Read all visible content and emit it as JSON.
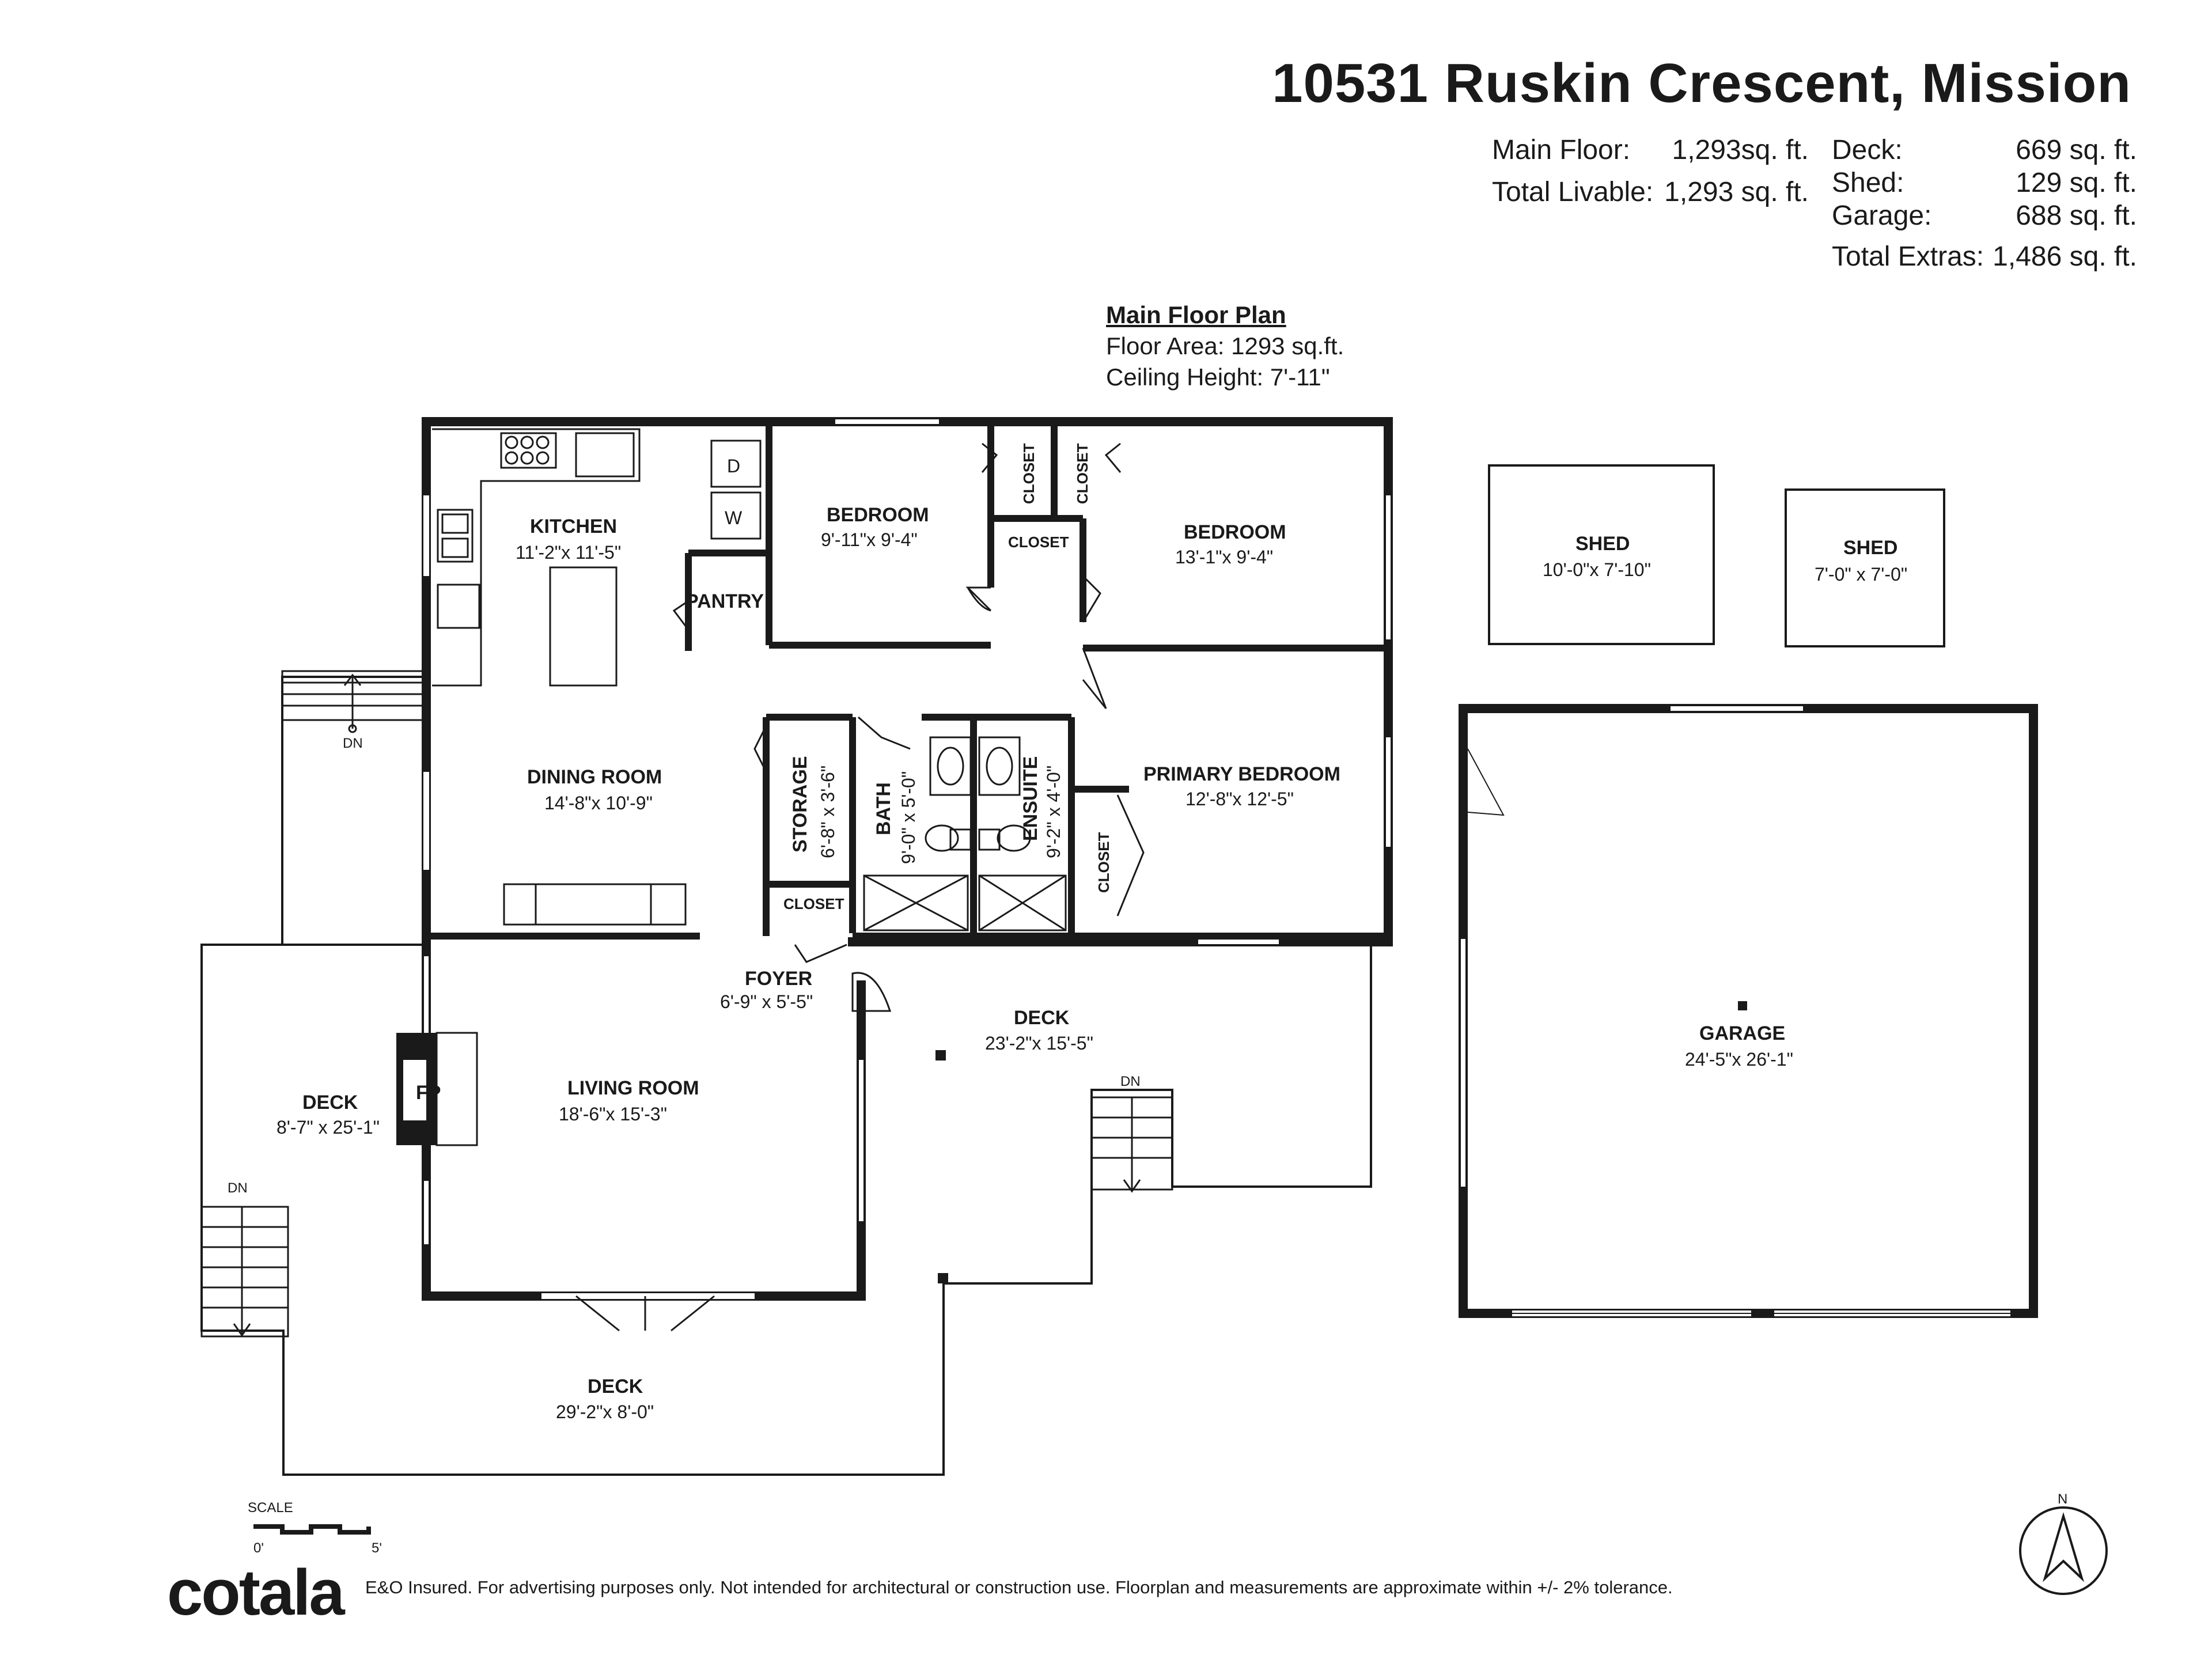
{
  "title": "10531 Ruskin Crescent, Mission",
  "areas": {
    "main_floor_label": "Main Floor:",
    "main_floor_value": "1,293sq. ft.",
    "total_livable_label": "Total Livable:",
    "total_livable_value": "1,293 sq. ft.",
    "deck_label": "Deck:",
    "deck_value": "669 sq. ft.",
    "shed_label": "Shed:",
    "shed_value": "129 sq. ft.",
    "garage_label": "Garage:",
    "garage_value": "688 sq. ft.",
    "total_extras_label": "Total Extras:",
    "total_extras_value": "1,486 sq. ft."
  },
  "plan": {
    "heading": "Main Floor Plan",
    "floor_area": "Floor Area: 1293 sq.ft.",
    "ceiling_height": "Ceiling Height: 7'-11\""
  },
  "rooms": {
    "kitchen": {
      "name": "KITCHEN",
      "dims": "11'-2\"x 11'-5\""
    },
    "pantry": {
      "name": "PANTRY"
    },
    "bedroom1": {
      "name": "BEDROOM",
      "dims": "9'-11\"x  9'-4\""
    },
    "bedroom2": {
      "name": "BEDROOM",
      "dims": "13'-1\"x  9'-4\""
    },
    "closet_a": {
      "name": "CLOSET"
    },
    "closet_b": {
      "name": "CLOSET"
    },
    "closet_c": {
      "name": "CLOSET"
    },
    "closet_d": {
      "name": "CLOSET"
    },
    "closet_e": {
      "name": "CLOSET"
    },
    "dining": {
      "name": "DINING ROOM",
      "dims": "14'-8\"x 10'-9\""
    },
    "storage": {
      "name": "STORAGE",
      "dims": "6'-8\" x 3'-6\""
    },
    "bath": {
      "name": "BATH",
      "dims": "9'-0\" x 5'-0\""
    },
    "ensuite": {
      "name": "ENSUITE",
      "dims": "9'-2\" x 4'-0\""
    },
    "primary": {
      "name": "PRIMARY BEDROOM",
      "dims": "12'-8\"x 12'-5\""
    },
    "foyer": {
      "name": "FOYER",
      "dims": "6'-9\"  x  5'-5\""
    },
    "living": {
      "name": "LIVING ROOM",
      "dims": "18'-6\"x 15'-3\""
    },
    "fp": {
      "name": "FP"
    },
    "deck_west": {
      "name": "DECK",
      "dims": "8'-7\"  x 25'-1\""
    },
    "deck_east": {
      "name": "DECK",
      "dims": "23'-2\"x 15'-5\""
    },
    "deck_south": {
      "name": "DECK",
      "dims": "29'-2\"x  8'-0\""
    },
    "shed1": {
      "name": "SHED",
      "dims": "10'-0\"x 7'-10\""
    },
    "shed2": {
      "name": "SHED",
      "dims": "7'-0\"  x  7'-0\""
    },
    "garage": {
      "name": "GARAGE",
      "dims": "24'-5\"x 26'-1\""
    }
  },
  "appliances": {
    "dryer": "D",
    "washer": "W"
  },
  "stairs": {
    "dn1": "DN",
    "dn2": "DN",
    "dn3": "DN"
  },
  "scale": {
    "label": "SCALE",
    "start": "0'",
    "end": "5'"
  },
  "compass": {
    "north": "N"
  },
  "footer": {
    "logo": "cotala",
    "disclaimer": "E&O Insured. For advertising purposes only. Not intended for architectural or construction use. Floorplan and measurements are approximate within +/- 2% tolerance."
  }
}
